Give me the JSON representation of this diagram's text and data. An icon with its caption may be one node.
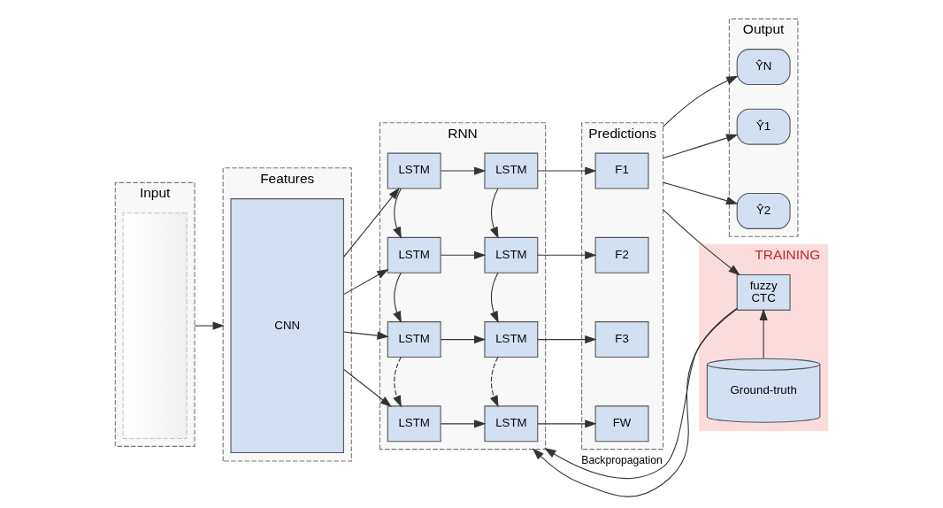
{
  "diagram": {
    "nodes": [
      {
        "text": [
          "Input"
        ]
      },
      {
        "text": [],
        "shape": "picture",
        "in": 0
      },
      {
        "text": [
          "Features"
        ]
      },
      {
        "text": [
          "CNN"
        ],
        "in": 2
      },
      {
        "text": [
          "RNN"
        ]
      },
      {
        "text": [
          "LSTM"
        ],
        "in": 4
      },
      {
        "text": [
          "LSTM"
        ],
        "in": 4
      },
      {
        "text": [
          "LSTM"
        ],
        "in": 4
      },
      {
        "text": [
          "LSTM"
        ],
        "in": 4
      },
      {
        "text": [
          "LSTM"
        ],
        "in": 4
      },
      {
        "text": [
          "LSTM"
        ],
        "in": 4
      },
      {
        "text": [
          "LSTM"
        ],
        "in": 4
      },
      {
        "text": [
          "LSTM"
        ],
        "in": 4
      },
      {
        "text": [
          "Predictions"
        ]
      },
      {
        "text": [
          "F1"
        ],
        "in": 13
      },
      {
        "text": [
          "F2"
        ],
        "in": 13
      },
      {
        "text": [
          "F3"
        ],
        "in": 13
      },
      {
        "text": [
          "FW"
        ],
        "in": 13
      },
      {
        "text": [
          "Output"
        ]
      },
      {
        "text": [
          "Ŷ1"
        ],
        "in": 18
      },
      {
        "text": [
          "Ŷ2"
        ],
        "in": 18
      },
      {
        "text": [
          "ŶN"
        ],
        "in": 18
      },
      {
        "text": [
          "TRAINING"
        ]
      },
      {
        "text": [
          "fuzzy",
          "CTC"
        ],
        "in": 22
      },
      {
        "text": [
          "Ground-truth"
        ],
        "in": 22
      }
    ],
    "edges": [
      {
        "from": 0,
        "to": 2,
        "arrow": "to"
      },
      {
        "from": 3,
        "to": 5,
        "arrow": "to"
      },
      {
        "from": 3,
        "to": 7,
        "arrow": "to"
      },
      {
        "from": 3,
        "to": 9,
        "arrow": "to"
      },
      {
        "from": 3,
        "to": 11,
        "arrow": "to"
      },
      {
        "from": 5,
        "to": 6,
        "arrow": "to"
      },
      {
        "from": 7,
        "to": 8,
        "arrow": "to"
      },
      {
        "from": 9,
        "to": 10,
        "arrow": "to"
      },
      {
        "from": 11,
        "to": 12,
        "arrow": "to"
      },
      {
        "from": 5,
        "to": 7,
        "arrow": "to"
      },
      {
        "from": 6,
        "to": 8,
        "arrow": "to"
      },
      {
        "from": 7,
        "to": 9,
        "arrow": "to"
      },
      {
        "from": 8,
        "to": 10,
        "arrow": "to"
      },
      {
        "from": 9,
        "to": 11,
        "arrow": "to",
        "style": "dashed"
      },
      {
        "from": 10,
        "to": 12,
        "arrow": "to",
        "style": "dashed"
      },
      {
        "from": 6,
        "to": 14,
        "arrow": "to"
      },
      {
        "from": 8,
        "to": 15,
        "arrow": "to"
      },
      {
        "from": 10,
        "to": 16,
        "arrow": "to"
      },
      {
        "from": 12,
        "to": 17,
        "arrow": "to"
      },
      {
        "from": 13,
        "to": 19,
        "arrow": "to"
      },
      {
        "from": 13,
        "to": 20,
        "arrow": "to"
      },
      {
        "from": 13,
        "to": 21,
        "arrow": "to"
      },
      {
        "from": 13,
        "to": 23,
        "arrow": "to"
      },
      {
        "from": 24,
        "to": 23,
        "arrow": "to"
      },
      {
        "from": 23,
        "to": 4,
        "arrow": "to",
        "label": "Backpropagation"
      },
      {
        "from": 23,
        "to": 4,
        "arrow": "to"
      }
    ]
  }
}
